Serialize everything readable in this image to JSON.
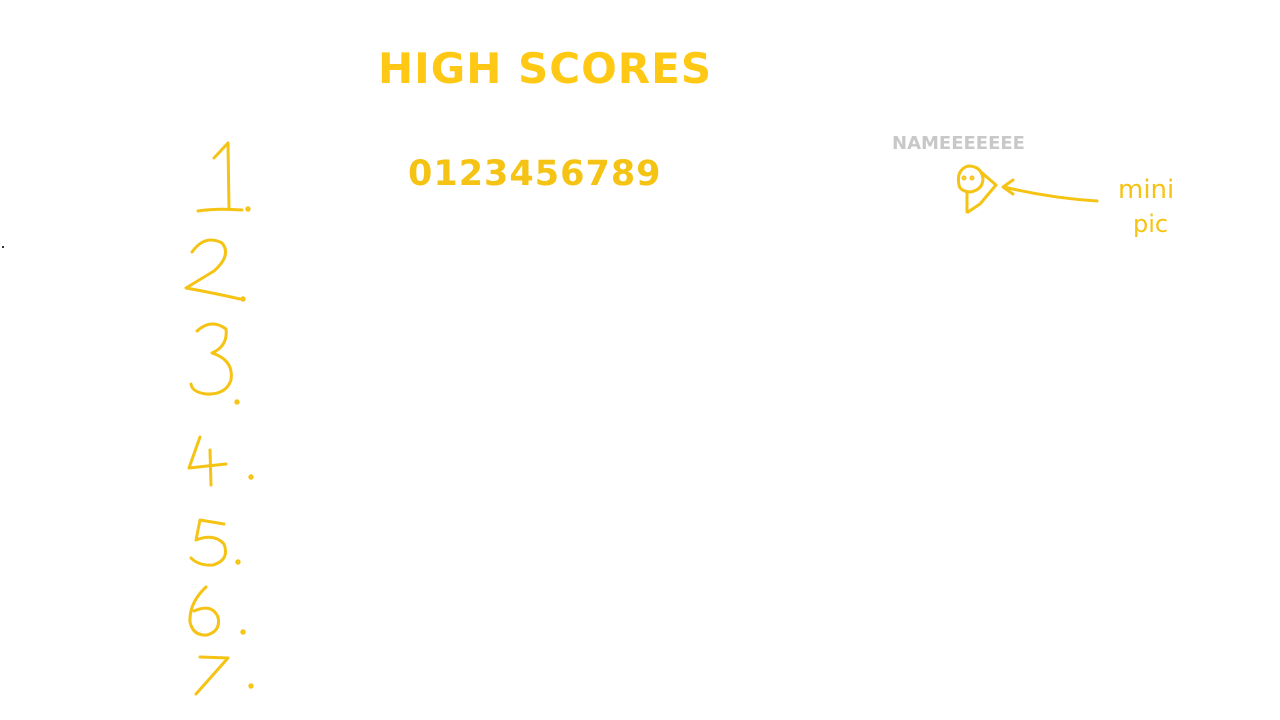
{
  "screen": {
    "title": "HIGH SCORES",
    "accent_color": "#f5c313",
    "name_color": "#c8c8c8"
  },
  "top_entry": {
    "score": "0123456789",
    "name": "NAMEEEEEEE",
    "avatar_icon": "mini-pic-face-icon"
  },
  "annotation": {
    "line1": "mini",
    "line2": "pic",
    "arrow_icon": "arrow-left-icon"
  },
  "ranks": [
    "1",
    "2",
    "3",
    "4",
    "5",
    "6",
    "7"
  ]
}
